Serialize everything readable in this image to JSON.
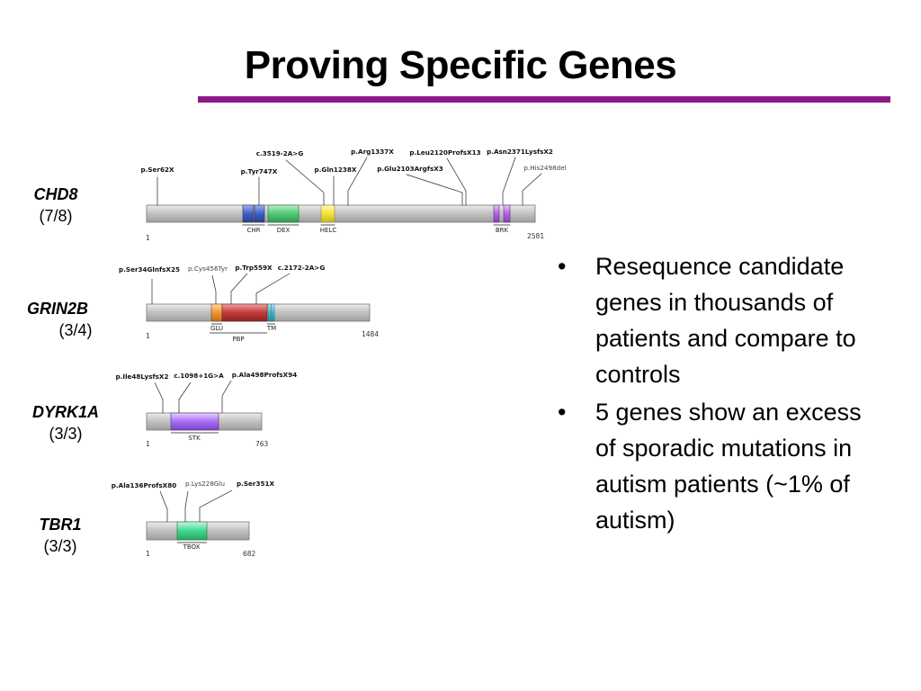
{
  "title": "Proving Specific Genes",
  "colors": {
    "rule": "#8b1a89"
  },
  "genes": [
    {
      "name": "CHD8",
      "ratio": "(7/8)",
      "start": "1",
      "end": "2581",
      "domains": [
        "CHR",
        "DEX",
        "HELC",
        "BRK"
      ],
      "mutations": [
        "c.3519-2A>G",
        "p.Arg1337X",
        "p.Leu2120ProfsX13",
        "p.Asn2371LysfsX2",
        "p.Ser62X",
        "p.Tyr747X",
        "p.Gln1238X",
        "p.Glu2103ArgfsX3",
        "p.His2498del"
      ]
    },
    {
      "name": "GRIN2B",
      "ratio": "(3/4)",
      "start": "1",
      "end": "1484",
      "domains": [
        "GLU",
        "TM",
        "PBP"
      ],
      "mutations": [
        "p.Ser34GlnfsX25",
        "p.Cys456Tyr",
        "p.Trp559X",
        "c.2172-2A>G"
      ]
    },
    {
      "name": "DYRK1A",
      "ratio": "(3/3)",
      "start": "1",
      "end": "763",
      "domains": [
        "STK"
      ],
      "mutations": [
        "p.Ile48LysfsX2",
        "c.1098+1G>A",
        "p.Ala498ProfsX94"
      ]
    },
    {
      "name": "TBR1",
      "ratio": "(3/3)",
      "start": "1",
      "end": "682",
      "domains": [
        "TBOX"
      ],
      "mutations": [
        "p.Ala136ProfsX80",
        "p.Lys228Glu",
        "p.Ser351X"
      ]
    }
  ],
  "bullets": [
    "Resequence candidate genes in thousands of patients and compare to controls",
    "5 genes show an excess of sporadic mutations in autism patients (~1% of autism)"
  ]
}
